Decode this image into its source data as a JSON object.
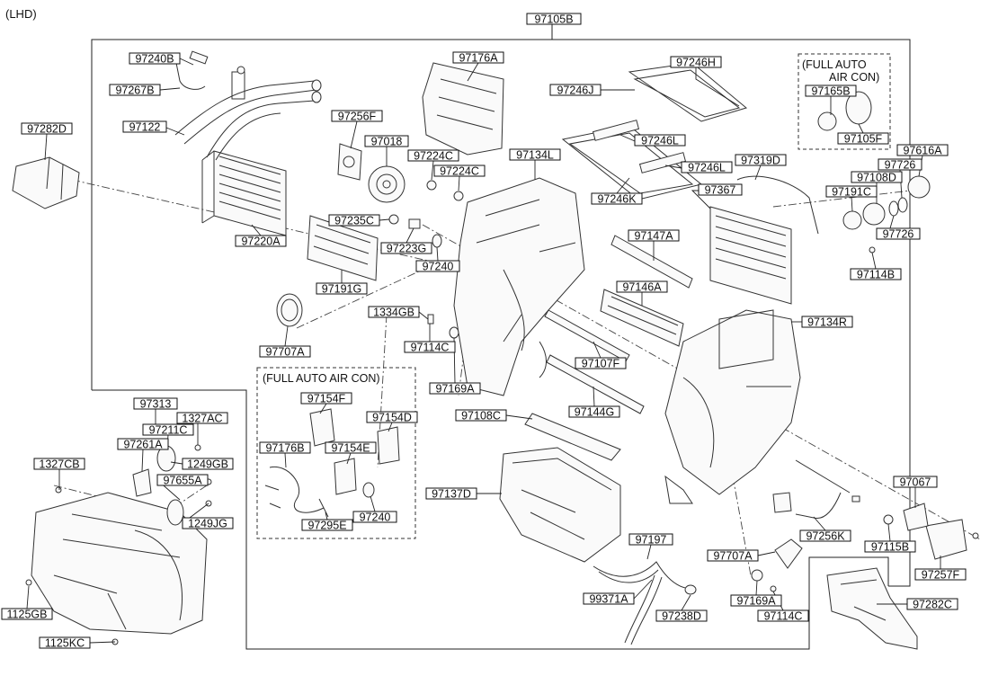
{
  "header": {
    "variant": "(LHD)"
  },
  "notes": {
    "full_auto_top_line1": "(FULL AUTO",
    "full_auto_top_line2": "AIR CON)",
    "full_auto_bottom": "(FULL AUTO AIR CON)"
  },
  "callouts": [
    {
      "id": "c-97105B",
      "label": "97105B"
    },
    {
      "id": "c-97240B",
      "label": "97240B"
    },
    {
      "id": "c-97267B",
      "label": "97267B"
    },
    {
      "id": "c-97122",
      "label": "97122"
    },
    {
      "id": "c-97282D",
      "label": "97282D"
    },
    {
      "id": "c-97176A",
      "label": "97176A"
    },
    {
      "id": "c-97246H",
      "label": "97246H"
    },
    {
      "id": "c-97246J",
      "label": "97246J"
    },
    {
      "id": "c-97165B",
      "label": "97165B"
    },
    {
      "id": "c-97105F",
      "label": "97105F"
    },
    {
      "id": "c-97256F",
      "label": "97256F"
    },
    {
      "id": "c-97018",
      "label": "97018"
    },
    {
      "id": "c-97224C-1",
      "label": "97224C"
    },
    {
      "id": "c-97224C-2",
      "label": "97224C"
    },
    {
      "id": "c-97134L",
      "label": "97134L"
    },
    {
      "id": "c-97246L-1",
      "label": "97246L"
    },
    {
      "id": "c-97246L-2",
      "label": "97246L"
    },
    {
      "id": "c-97319D",
      "label": "97319D"
    },
    {
      "id": "c-97616A",
      "label": "97616A"
    },
    {
      "id": "c-97726-1",
      "label": "97726"
    },
    {
      "id": "c-97108D",
      "label": "97108D"
    },
    {
      "id": "c-97191C",
      "label": "97191C"
    },
    {
      "id": "c-97246K",
      "label": "97246K"
    },
    {
      "id": "c-97367",
      "label": "97367"
    },
    {
      "id": "c-97726-2",
      "label": "97726"
    },
    {
      "id": "c-97235C",
      "label": "97235C"
    },
    {
      "id": "c-97220A",
      "label": "97220A"
    },
    {
      "id": "c-97223G",
      "label": "97223G"
    },
    {
      "id": "c-97240-1",
      "label": "97240"
    },
    {
      "id": "c-97147A",
      "label": "97147A"
    },
    {
      "id": "c-97114B",
      "label": "97114B"
    },
    {
      "id": "c-97191G",
      "label": "97191G"
    },
    {
      "id": "c-97146A",
      "label": "97146A"
    },
    {
      "id": "c-1334GB",
      "label": "1334GB"
    },
    {
      "id": "c-97134R",
      "label": "97134R"
    },
    {
      "id": "c-97707A-1",
      "label": "97707A"
    },
    {
      "id": "c-97114C-1",
      "label": "97114C"
    },
    {
      "id": "c-97107F",
      "label": "97107F"
    },
    {
      "id": "c-97169A-1",
      "label": "97169A"
    },
    {
      "id": "c-97154F",
      "label": "97154F"
    },
    {
      "id": "c-97313",
      "label": "97313"
    },
    {
      "id": "c-1327AC",
      "label": "1327AC"
    },
    {
      "id": "c-97211C",
      "label": "97211C"
    },
    {
      "id": "c-97154D",
      "label": "97154D"
    },
    {
      "id": "c-97144G",
      "label": "97144G"
    },
    {
      "id": "c-97108C",
      "label": "97108C"
    },
    {
      "id": "c-97261A",
      "label": "97261A"
    },
    {
      "id": "c-97176B",
      "label": "97176B"
    },
    {
      "id": "c-97154E",
      "label": "97154E"
    },
    {
      "id": "c-1249GB",
      "label": "1249GB"
    },
    {
      "id": "c-1327CB",
      "label": "1327CB"
    },
    {
      "id": "c-97655A",
      "label": "97655A"
    },
    {
      "id": "c-97067",
      "label": "97067"
    },
    {
      "id": "c-97137D",
      "label": "97137D"
    },
    {
      "id": "c-1249JG",
      "label": "1249JG"
    },
    {
      "id": "c-97240-2",
      "label": "97240"
    },
    {
      "id": "c-97295E",
      "label": "97295E"
    },
    {
      "id": "c-97256K",
      "label": "97256K"
    },
    {
      "id": "c-97197",
      "label": "97197"
    },
    {
      "id": "c-97115B",
      "label": "97115B"
    },
    {
      "id": "c-97707A-2",
      "label": "97707A"
    },
    {
      "id": "c-97257F",
      "label": "97257F"
    },
    {
      "id": "c-99371A",
      "label": "99371A"
    },
    {
      "id": "c-97169A-2",
      "label": "97169A"
    },
    {
      "id": "c-97282C",
      "label": "97282C"
    },
    {
      "id": "c-1125GB",
      "label": "1125GB"
    },
    {
      "id": "c-97238D",
      "label": "97238D"
    },
    {
      "id": "c-97114C-2",
      "label": "97114C"
    },
    {
      "id": "c-1125KC",
      "label": "1125KC"
    }
  ]
}
